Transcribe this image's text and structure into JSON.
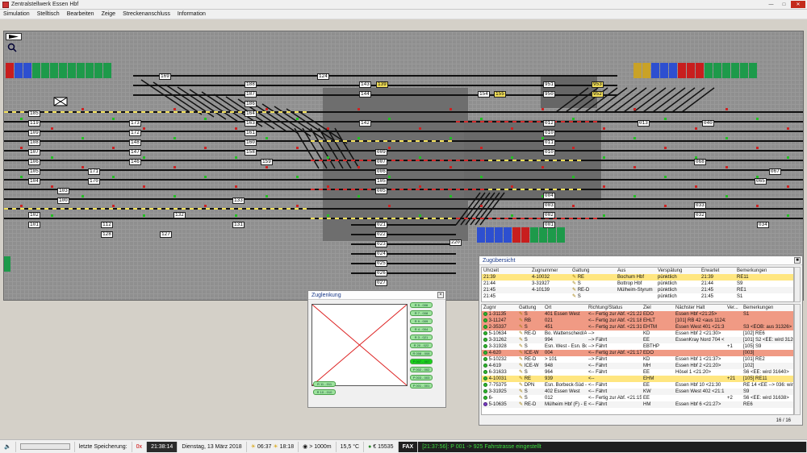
{
  "window": {
    "title": "Zentralstellwerk Essen Hbf"
  },
  "menu": [
    "Simulation",
    "Stelltisch",
    "Bearbeiten",
    "Zeige",
    "Streckenanschluss",
    "Information"
  ],
  "track": {
    "blocks": [
      {
        "id": "169"
      },
      {
        "id": "124"
      },
      {
        "id": "188"
      },
      {
        "id": "187"
      },
      {
        "id": "186"
      },
      {
        "id": "143"
      },
      {
        "id": "139",
        "yellow": true
      },
      {
        "id": "144"
      },
      {
        "id": "951"
      },
      {
        "id": "953",
        "yellow": true
      },
      {
        "id": "154"
      },
      {
        "id": "155",
        "yellow": true
      },
      {
        "id": "950"
      },
      {
        "id": "952",
        "yellow": true
      },
      {
        "id": "185"
      },
      {
        "id": "164"
      },
      {
        "id": "142"
      },
      {
        "id": "012"
      },
      {
        "id": "013"
      },
      {
        "id": "040"
      },
      {
        "id": "119"
      },
      {
        "id": "173"
      },
      {
        "id": "163"
      },
      {
        "id": "010"
      },
      {
        "id": "011"
      },
      {
        "id": "109"
      },
      {
        "id": "172"
      },
      {
        "id": "161"
      },
      {
        "id": "009"
      },
      {
        "id": "108"
      },
      {
        "id": "148"
      },
      {
        "id": "160"
      },
      {
        "id": "010b"
      },
      {
        "id": "107"
      },
      {
        "id": "147"
      },
      {
        "id": "159"
      },
      {
        "id": "007"
      },
      {
        "id": "068"
      },
      {
        "id": "106"
      },
      {
        "id": "146"
      },
      {
        "id": "158"
      },
      {
        "id": "006"
      },
      {
        "id": "067"
      },
      {
        "id": "105"
      },
      {
        "id": "171"
      },
      {
        "id": "105b"
      },
      {
        "id": "065"
      },
      {
        "id": "104"
      },
      {
        "id": "170"
      },
      {
        "id": "005"
      },
      {
        "id": "103"
      },
      {
        "id": "004"
      },
      {
        "id": "100"
      },
      {
        "id": "133"
      },
      {
        "id": "003"
      },
      {
        "id": "033"
      },
      {
        "id": "102"
      },
      {
        "id": "132"
      },
      {
        "id": "002"
      },
      {
        "id": "032"
      },
      {
        "id": "101"
      },
      {
        "id": "112"
      },
      {
        "id": "131"
      },
      {
        "id": "001"
      },
      {
        "id": "034"
      },
      {
        "id": "128"
      },
      {
        "id": "127"
      },
      {
        "id": "021"
      },
      {
        "id": "220"
      },
      {
        "id": "022"
      },
      {
        "id": "023"
      },
      {
        "id": "024"
      },
      {
        "id": "025"
      },
      {
        "id": "026"
      },
      {
        "id": "027"
      }
    ]
  },
  "zuglenkung": {
    "title": "Zuglenkung",
    "routes": [
      {
        "label": "R 5 - 006"
      },
      {
        "label": "R 7 - 008"
      },
      {
        "label": "R 9 - 009"
      },
      {
        "label": "R 4 - 004"
      },
      {
        "label": "R 3 - 021"
      },
      {
        "label": "R 20 - 022"
      },
      {
        "label": "R 008 - 008",
        "active": false
      },
      {
        "label": "P 007 - 007",
        "active": true
      },
      {
        "label": "P 002 - 002"
      },
      {
        "label": "P 003 - 003"
      },
      {
        "label": "P 001 - 001"
      },
      {
        "label": "R 11 - 011"
      },
      {
        "label": "R 10 - 010"
      }
    ]
  },
  "zuguebersicht": {
    "title": "Zugübersicht",
    "top_headers": [
      "Uhrzeit",
      "Zugnummer",
      "Gattung",
      "Aus",
      "Verspätung",
      "Erwartet",
      "Bemerkungen"
    ],
    "top_rows": [
      {
        "cls": "y",
        "cells": [
          "21:39",
          "4-10032",
          "RE",
          "Bochum Hbf",
          "pünktlich",
          "21:39",
          "RE11"
        ]
      },
      {
        "cls": "w",
        "cells": [
          "21:44",
          "3-31927",
          "S",
          "Bottrop Hbf",
          "pünktlich",
          "21:44",
          "S9"
        ]
      },
      {
        "cls": "alt",
        "cells": [
          "21:45",
          "4-10139",
          "RE-D",
          "Mülheim-Styrum",
          "pünktlich",
          "21:45",
          "RE1"
        ]
      },
      {
        "cls": "w",
        "cells": [
          "21:45",
          "",
          "S",
          "",
          "pünktlich",
          "21:45",
          "S1"
        ]
      }
    ],
    "bottom_headers": [
      "Zugnr",
      "Gattung",
      "Ort",
      "Richtung/Status",
      "Ziel",
      "Nächster Halt",
      "Ver...",
      "Bemerkungen"
    ],
    "bottom_rows": [
      {
        "cls": "r",
        "dot": "g",
        "cells": [
          "1-31135",
          "S",
          "401  Essen West",
          "<-- Fertig zur Abf. <21:22",
          "EDO",
          "Essen Hbf <21:25>",
          "",
          "S1"
        ]
      },
      {
        "cls": "r",
        "dot": "g",
        "cells": [
          "3-11247",
          "RB",
          "021",
          "<-- Fertig zur Abf. <21:18",
          "EHLT",
          "[101] RB 42 <aus 11242>",
          "",
          ""
        ]
      },
      {
        "cls": "r",
        "dot": "g",
        "cells": [
          "2-35337",
          "S",
          "451",
          "<-- Fertig zur Abf. <21:31",
          "EHTM",
          "Essen West 401 <21:3",
          "",
          "S3 <EOB: aus 31326>"
        ]
      },
      {
        "cls": "w",
        "dot": "g",
        "cells": [
          "5-10634",
          "RE-D",
          "Bo. Wattenscheid/Abf.",
          "-->",
          "KD",
          "Essen Hbf 2 <21:30>",
          "",
          "[102] RE6"
        ]
      },
      {
        "cls": "alt",
        "dot": "g",
        "cells": [
          "3-31262",
          "S",
          "994",
          "--> Fährt",
          "EE",
          "EssenKray Nord 704 <",
          "",
          "[101] S2 <EE: wird 31267>"
        ]
      },
      {
        "cls": "w",
        "dot": "g",
        "cells": [
          "3-31928",
          "S",
          "Esn. West - Esn. Borb.",
          "--> Fährt",
          "EBTHP",
          "",
          "+1",
          "[105] S9"
        ]
      },
      {
        "cls": "r",
        "dot": "g",
        "cells": [
          "4-620",
          "ICE-W",
          "004",
          "<-- Fertig zur Abf. <21:17",
          "EDO",
          "",
          "",
          "[003]"
        ]
      },
      {
        "cls": "w",
        "dot": "g",
        "cells": [
          "5-10232",
          "RE-D",
          "> 101",
          "--> Fährt",
          "KD",
          "Essen Hbf 1 <21:37>",
          "",
          "[101] RE2"
        ]
      },
      {
        "cls": "alt",
        "dot": "g",
        "cells": [
          "4-619",
          "ICE-W",
          "948",
          "<-- Fährt",
          "MH",
          "Essen Hbf 2 <21:20>",
          "",
          "[102]"
        ]
      },
      {
        "cls": "w",
        "dot": "g",
        "cells": [
          "6-31633",
          "S",
          "964",
          "<-- Fährt",
          "EE",
          "Hösel 1 <21:20>",
          "",
          "S6 <EE: wird 31640>"
        ]
      },
      {
        "cls": "y",
        "dot": "g",
        "cells": [
          "4-10031",
          "RE",
          "939",
          "<--",
          "EHM",
          "",
          "+21",
          "[105] RE11"
        ]
      },
      {
        "cls": "w",
        "dot": "g",
        "cells": [
          "7-75375",
          "DPN",
          "Esn. Borbeck-Süd - E...",
          "<-- Fährt",
          "EE",
          "Essen Hbf 10 <21:30",
          "",
          "RE 14 <EE --> 036: wird 75...>"
        ]
      },
      {
        "cls": "alt",
        "dot": "g",
        "cells": [
          "3-31925",
          "S",
          "402  Essen West",
          "<-- Fährt",
          "KW",
          "Essen West 402 <21:1",
          "",
          "S9"
        ]
      },
      {
        "cls": "w",
        "dot": "g",
        "cells": [
          "6-",
          "S",
          "012",
          "<-- Fertig zur Abf. <21:15",
          "EE",
          "",
          "+2",
          "S6 <EE: wird 31638>"
        ]
      },
      {
        "cls": "alt",
        "dot": "p",
        "cells": [
          "5-10635",
          "RE-D",
          "Mülheim Hbf (F) - Ess...",
          "<-- Fährt",
          "HM",
          "Essen Hbf 6 <21:27>",
          "",
          "RE6"
        ]
      }
    ],
    "count": "16 / 16"
  },
  "statusbar": {
    "last_save": "letzte Speicherung:",
    "speed": "0x",
    "clock": "21:38:14",
    "date": "Dienstag, 13 März 2018",
    "sunrise": "06:37",
    "sunset": "18:18",
    "visibility": "> 1000m",
    "temperature": "15,5 °C",
    "money": "€ 15535",
    "fax": "FAX",
    "message": "[21:37:56]: P 001 -> 925 Fahrstrasse eingestellt"
  },
  "colors": {
    "track_bg": "#8f8f8f",
    "track_line": "#111111",
    "route_yellow": "#f3e05a",
    "route_red": "#d22b2b",
    "msg_green": "#3fe03f"
  }
}
